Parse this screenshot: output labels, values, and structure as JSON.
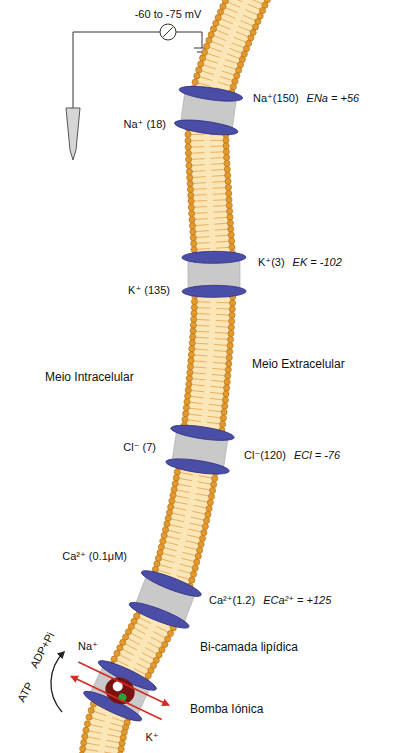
{
  "diagram": {
    "labels": [
      "-60 to -75 mV",
      "Na⁺(150)",
      "ENa = +56",
      "Na⁺ (18)",
      "K⁺ (135)",
      "K⁺(3)",
      "EK = -102",
      "Meio Intracelular",
      "Meio Extracelular",
      "Cl⁻ (7)",
      "Cl⁻(120)",
      "ECl = -76",
      "Ca²⁺ (0.1μM)",
      "Ca²⁺(1.2)",
      "ECa²⁺ = +125",
      "Bi-camada lipídica",
      "ATP",
      "ADP+Pi",
      "Na⁺",
      "K⁺",
      "Bomba Iónica"
    ]
  }
}
